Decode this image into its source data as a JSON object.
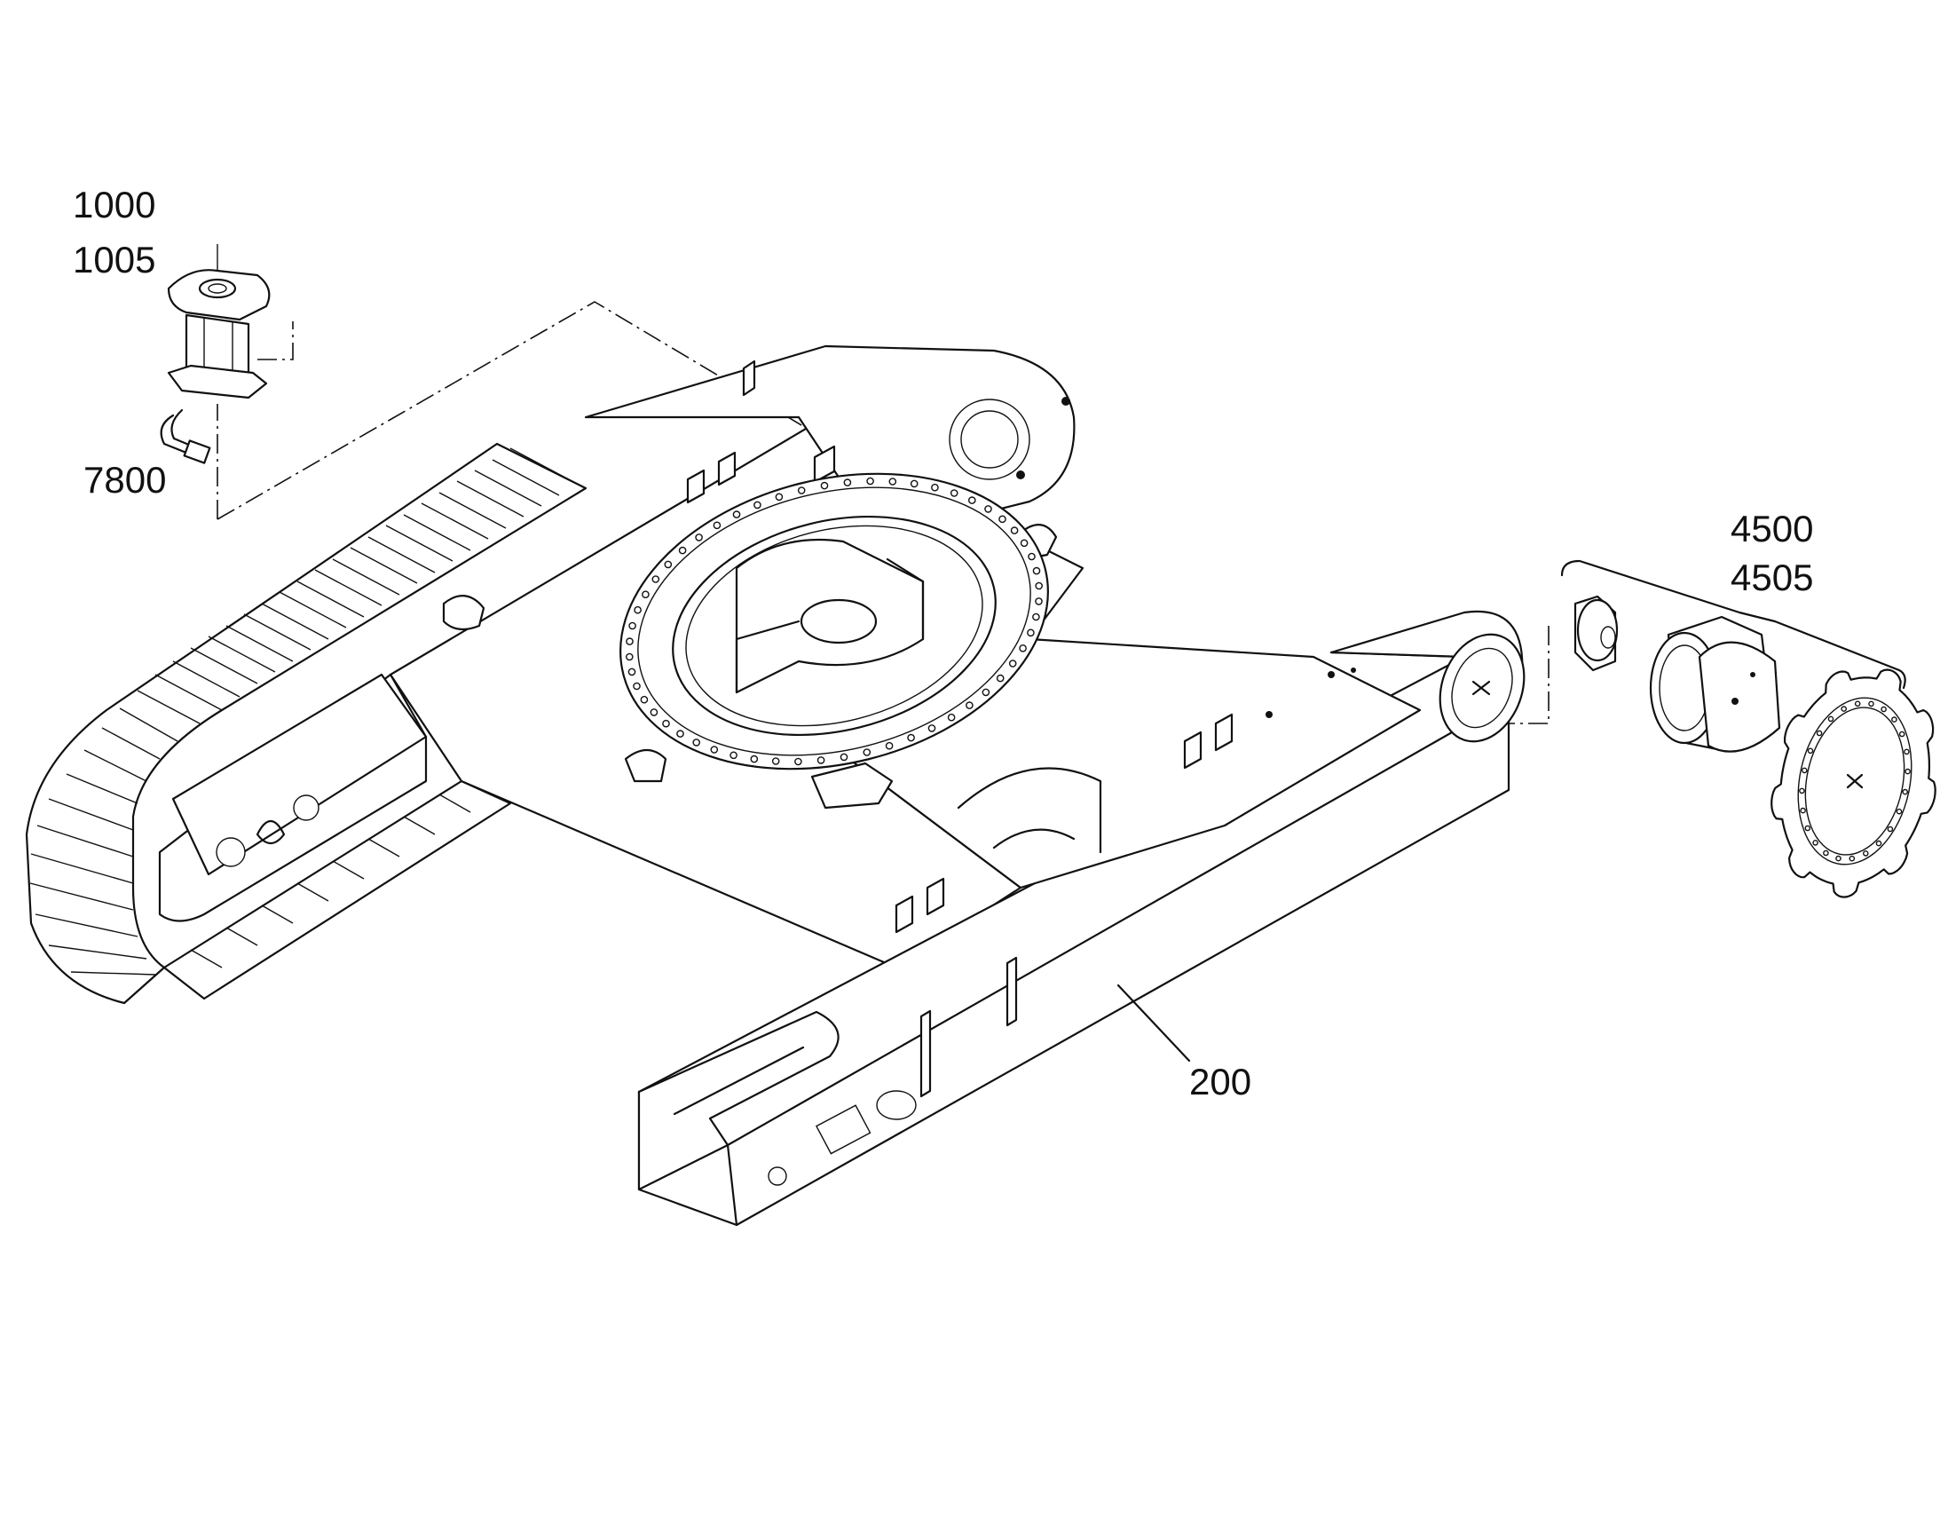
{
  "diagram": {
    "labels": {
      "motor_part_a": "1000",
      "motor_part_b": "1005",
      "fitting": "7800",
      "drive_part_a": "4500",
      "drive_part_b": "4505",
      "frame": "200"
    }
  }
}
